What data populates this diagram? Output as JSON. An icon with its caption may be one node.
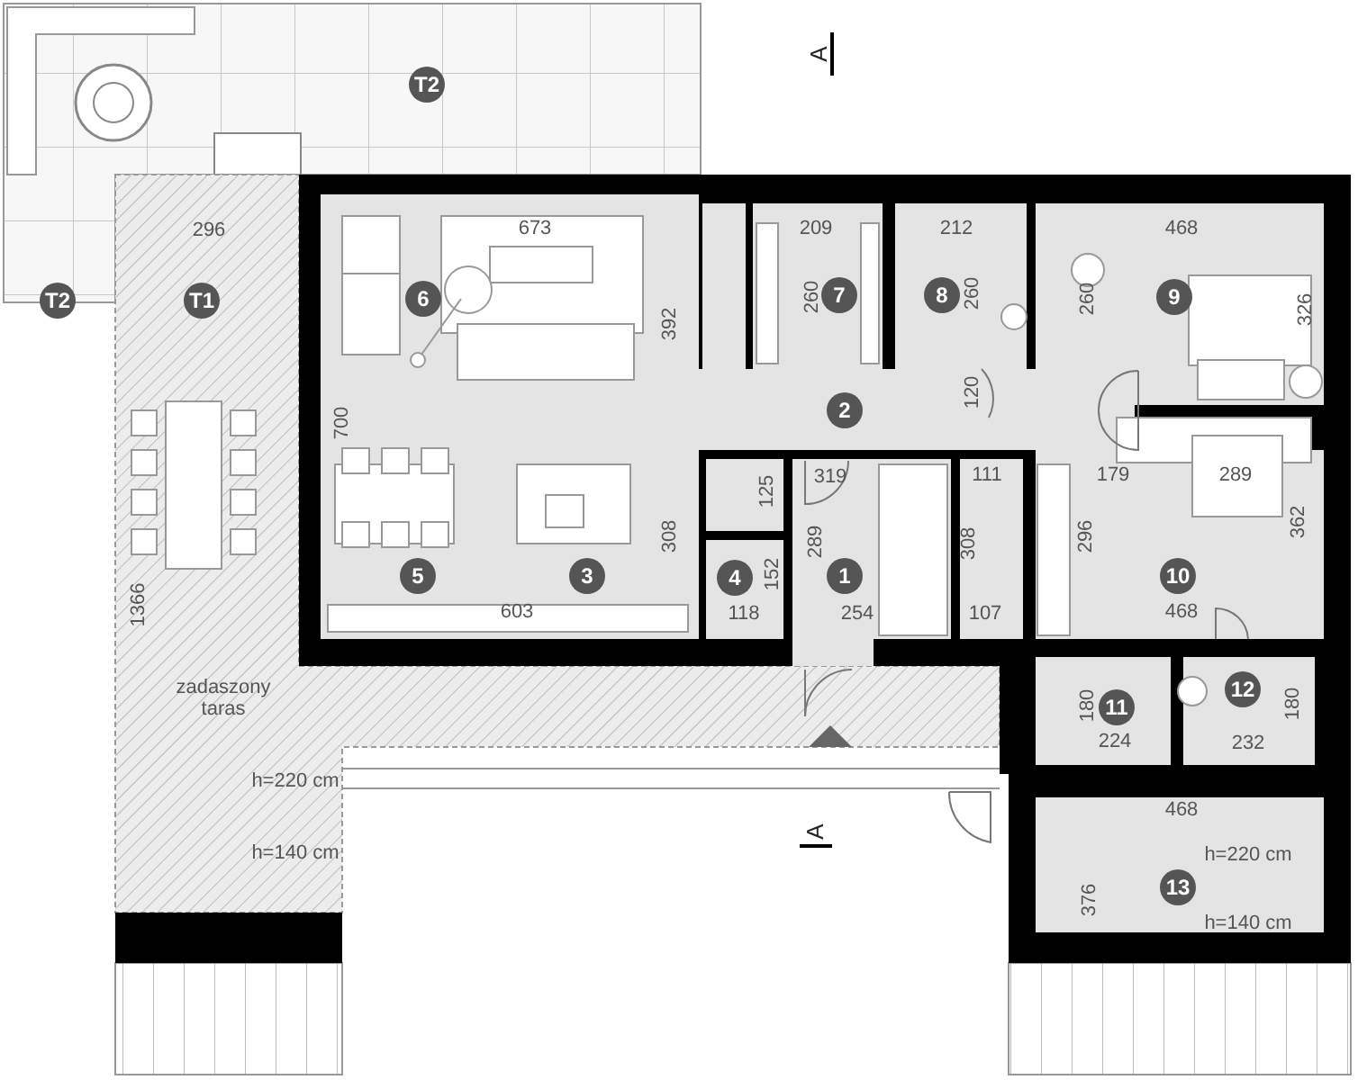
{
  "diagram": {
    "nodes": [
      {
        "text": [
          "T2"
        ]
      },
      {
        "text": [
          "T2"
        ]
      },
      {
        "text": [
          "T1"
        ]
      },
      {
        "text": [
          "6"
        ]
      },
      {
        "text": [
          "7"
        ]
      },
      {
        "text": [
          "8"
        ]
      },
      {
        "text": [
          "9"
        ]
      },
      {
        "text": [
          "2"
        ]
      },
      {
        "text": [
          "5"
        ]
      },
      {
        "text": [
          "3"
        ]
      },
      {
        "text": [
          "4"
        ]
      },
      {
        "text": [
          "1"
        ]
      },
      {
        "text": [
          "10"
        ]
      },
      {
        "text": [
          "11"
        ]
      },
      {
        "text": [
          "12"
        ]
      },
      {
        "text": [
          "13"
        ]
      }
    ],
    "labels": [
      "A",
      "296",
      "673",
      "209",
      "212",
      "468",
      "392",
      "260",
      "260",
      "260",
      "326",
      "700",
      "120",
      "319",
      "111",
      "179",
      "289",
      "125",
      "308",
      "289",
      "308",
      "296",
      "362",
      "152",
      "1366",
      "603",
      "118",
      "254",
      "107",
      "468",
      "zadaszony taras",
      "180",
      "180",
      "224",
      "232",
      "h=220 cm",
      "h=140 cm",
      "A",
      "468",
      "h=220 cm",
      "376",
      "h=140 cm"
    ]
  }
}
